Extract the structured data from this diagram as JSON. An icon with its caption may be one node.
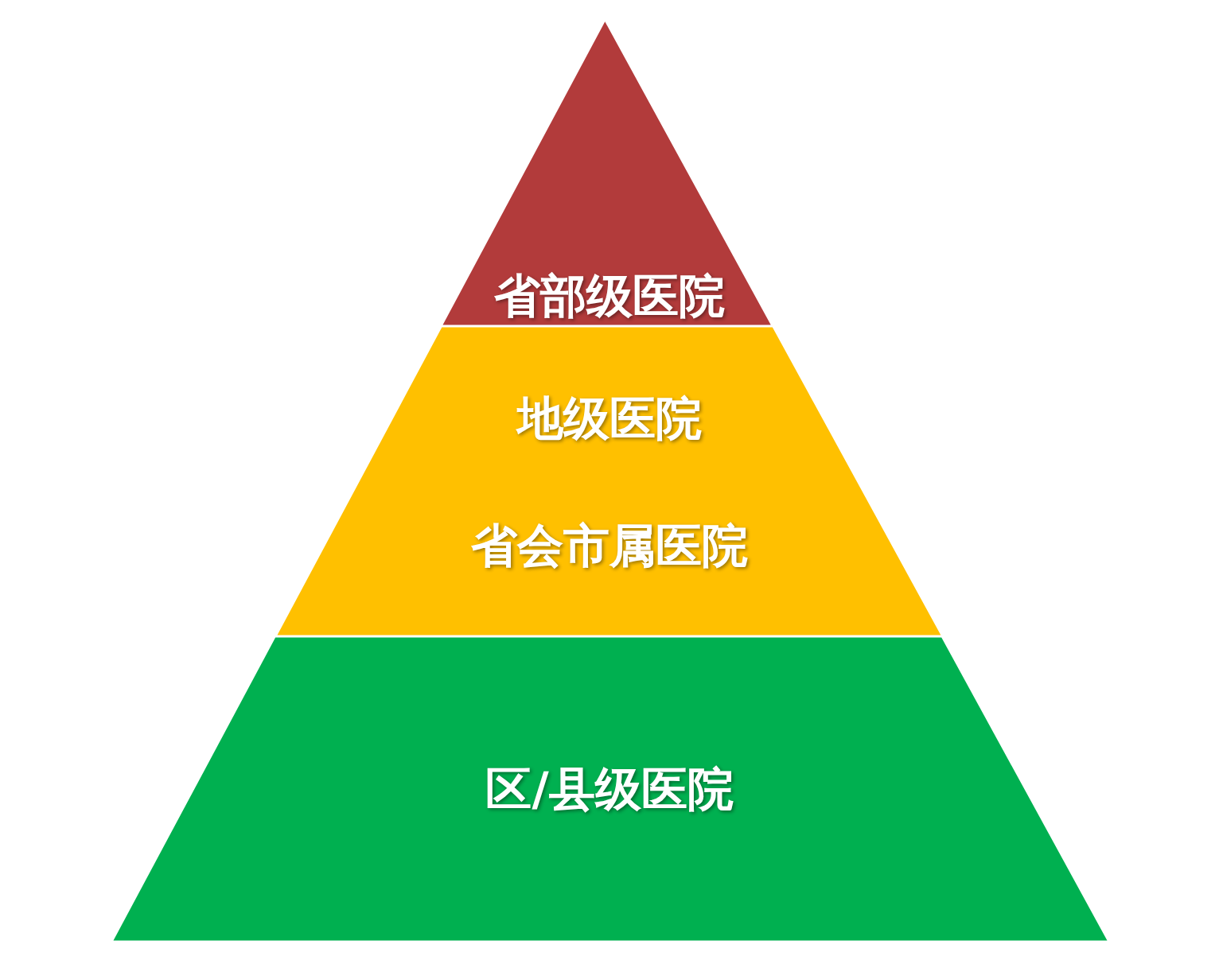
{
  "diagram": {
    "nodes": [
      {
        "text": [
          "省部级医院"
        ]
      },
      {
        "text": [
          "地级医院",
          "省会市属医院"
        ]
      },
      {
        "text": [
          "区/县级医院"
        ]
      }
    ]
  }
}
